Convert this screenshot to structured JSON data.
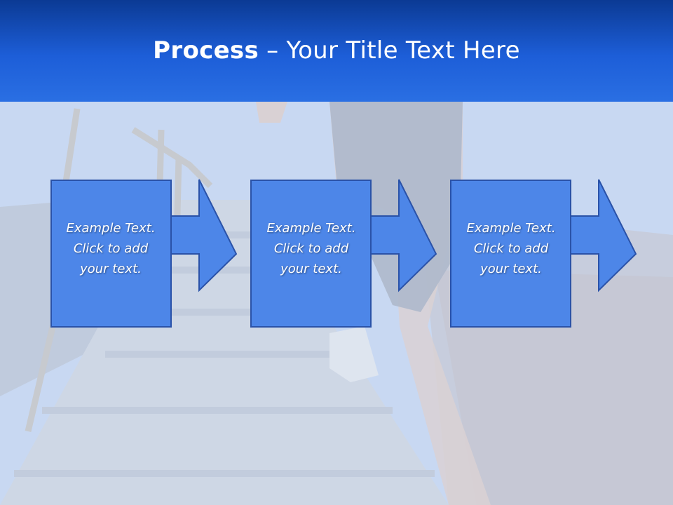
{
  "header": {
    "title_bold": "Process",
    "title_rest": " – Your Title Text Here"
  },
  "steps": [
    {
      "line1": "Example Text.",
      "line2": "Click  to add",
      "line3": "your text."
    },
    {
      "line1": "Example Text.",
      "line2": "Click  to add",
      "line3": "your text."
    },
    {
      "line1": "Example Text.",
      "line2": "Click  to add",
      "line3": "your text."
    }
  ],
  "colors": {
    "header_top": "#0b3a94",
    "header_bottom": "#2a6fe3",
    "box_fill": "#4d86e8",
    "box_border": "#2a52a8",
    "text": "#ffffff"
  },
  "icons": [
    "arrow-right-icon"
  ]
}
